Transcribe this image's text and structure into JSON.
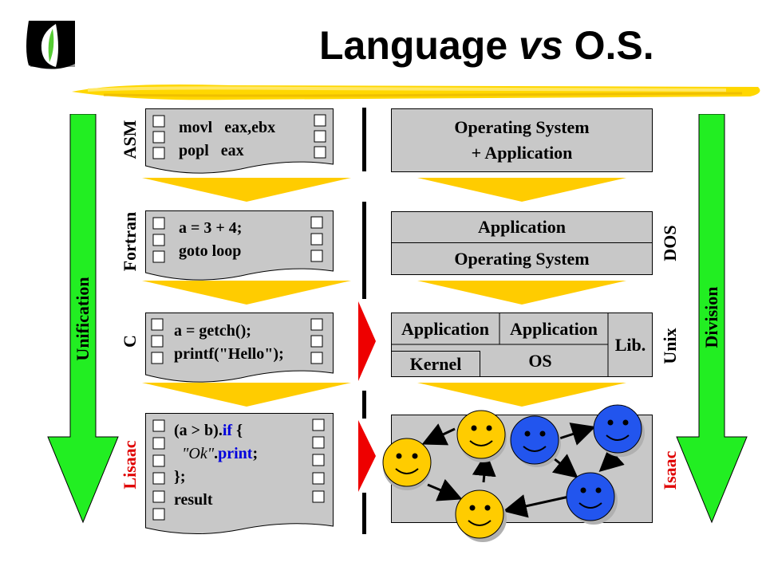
{
  "title": {
    "part1": "Language",
    "part2": "vs",
    "part3": "O.S."
  },
  "arrows": {
    "left": "Unification",
    "right": "Division"
  },
  "languages": [
    {
      "name": "ASM",
      "code": [
        "movl   eax,ebx",
        "popl   eax"
      ]
    },
    {
      "name": "Fortran",
      "code": [
        "a = 3 + 4;",
        "goto loop"
      ]
    },
    {
      "name": "C",
      "code": [
        "a = getch();",
        "printf(\"Hello\");"
      ]
    },
    {
      "name": "Lisaac",
      "code": {
        "l1_a": "(a > b).",
        "l1_kw": "if",
        "l1_b": " {",
        "l2_str": "\"Ok\"",
        "l2_dot": ".",
        "l2_kw": "print",
        "l2_end": ";",
        "l3": "};",
        "l4": "result"
      }
    }
  ],
  "os": {
    "asm": {
      "line1": "Operating System",
      "line2": "+ Application"
    },
    "dos": {
      "app": "Application",
      "os": "Operating System",
      "label": "DOS"
    },
    "unix": {
      "app1": "Application",
      "app2": "Application",
      "lib": "Lib.",
      "kernel": "Kernel",
      "os": "OS",
      "label": "Unix"
    },
    "isaac": {
      "label": "Isaac"
    }
  },
  "colors": {
    "green": "#22ee22",
    "yellow": "#ffcc00",
    "blue": "#2255ee",
    "red": "#ee0000",
    "box": "#c8c8c8"
  }
}
